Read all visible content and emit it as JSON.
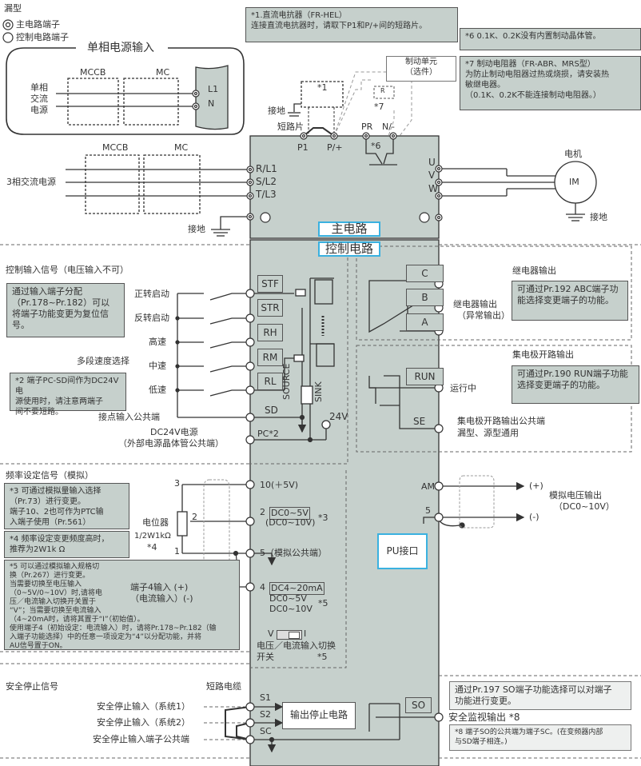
{
  "legend": {
    "title": "漏型",
    "main_terminal": "主电路端子",
    "control_terminal": "控制电路端子"
  },
  "single_phase": {
    "title": "单相电源输入",
    "source_lines": [
      "单相",
      "交流",
      "电源"
    ],
    "mccb": "MCCB",
    "mc": "MC",
    "terminals": [
      "L1",
      "N"
    ]
  },
  "notes": {
    "n1": "*1.直流电抗器（FR-HEL）\n    连接直流电抗器时，请取下P1和P/+间的短路片。",
    "n6": "*6  0.1K、0.2K没有内置制动晶体管。",
    "n7": "*7  制动电阻器（FR-ABR、MRS型）\n      为防止制动电阻器过热或烧损，请安装热\n      敏继电器。\n      （0.1K、0.2K不能连接制动电阻器。）",
    "n2": "*2  端子PC-SD间作为DC24V电\n   源使用时，请注意两端子\n   间不要短路。",
    "n3": "*3  可通过模拟量输入选择\n   （Pr.73）进行变更。\n   端子10、2也可作为PTC输\n   入端子使用（Pr.561）",
    "n4": "*4  频率设定变更频度高时，\n   推荐为2W1k Ω",
    "n5": "*5    可以通过模拟输入规格切\n       换（Pr.267）进行变更。\n       当需要切换至电压输入\n       （0~5V/0~10V）时,请将电\n       压／电流输入切换开关置于\n       “V”；当需要切换至电流输入\n       （4~20mA时，请将其置于“I”（初始值）。\n       使用端子4（初始设定：电流输入）时，请将Pr.178~Pr.182（输\n       入端子功能选择）中的任意一项设定为“4”以分配功能，并将\n       AU信号置于ON。",
    "n8": "*8  端子SO的公共端为端子SC。(在变频器内部\n        与SD端子相连。)",
    "input_assign": "通过输入端子分配\n（Pr.178~Pr.182）可以\n将端子功能变更为复位信\n号。",
    "relay_func": "可通过Pr.192 ABC端子功\n能选择变更端子的功能。",
    "run_func": "可通过Pr.190 RUN端子功能\n选择变更端子的功能。",
    "so_func": "通过Pr.197 SO端子功能选择可以对端子\n功能进行变更。"
  },
  "brake_unit": [
    "制动单元",
    "（选件）"
  ],
  "dc_reactor_label": "*1",
  "resistor_label": "R",
  "star7": "*7",
  "star6": "*6",
  "ground": "接地",
  "short_bar": "短路片",
  "three_phase": {
    "source": "3相交流电源",
    "mccb": "MCCB",
    "mc": "MC"
  },
  "main_terminals": {
    "p1": "P1",
    "p_plus": "P/+",
    "pr": "PR",
    "n_minus": "N/-",
    "r": "R/L1",
    "s": "S/L2",
    "t": "T/L3",
    "u": "U",
    "v": "V",
    "w": "W"
  },
  "motor": {
    "title": "电机",
    "label": "IM",
    "ground": "接地"
  },
  "main_circuit_label": "主电路",
  "control_circuit_label": "控制电路",
  "control_input": {
    "title": "控制输入信号（电压输入不可）",
    "fwd": "正转启动",
    "rev": "反转启动",
    "high": "高速",
    "mid": "中速",
    "low": "低速",
    "multi_speed": "多段速度选择",
    "contact_common": "接点输入公共端",
    "dc24_1": "DC24V电源",
    "dc24_2": "（外部电源晶体管公共端）",
    "terminals": [
      "STF",
      "STR",
      "RH",
      "RM",
      "RL"
    ],
    "sd": "SD",
    "pc": "PC*2",
    "source": "SOURCE",
    "sink": "SINK",
    "v24": "24V"
  },
  "relay_output": {
    "title": "继电器输出",
    "label1": "继电器输出",
    "label2": "（异常输出）",
    "terminals": [
      "C",
      "B",
      "A"
    ]
  },
  "oc_output": {
    "title": "集电极开路输出",
    "run_terminal": "RUN",
    "running": "运行中",
    "se": "SE",
    "common1": "集电极开路输出公共端",
    "common2": "漏型、源型通用"
  },
  "freq": {
    "title": "频率设定信号（模拟）",
    "pot": "电位器",
    "pot_spec": "1/2W1kΩ",
    "star4": "*4",
    "pin3": "3",
    "pin2": "2",
    "pin1": "1",
    "t10": "10(＋5V)",
    "t2_num": "2",
    "t2_a": "DC0~5V",
    "t2_b": "(DC0~10V)",
    "star3": "*3",
    "t5": "5（模拟公共端）",
    "t4_num": "4",
    "t4_a": "DC4~20mA",
    "t4_b": "DC0~5V",
    "t4_c": "DC0~10V",
    "star5": "*5",
    "term4_1": "端子4输入  (+)",
    "term4_2": "（电流输入）(-)",
    "switch_v": "V",
    "switch_i": "I",
    "switch_label1": "电压／电流输入切换",
    "switch_label2": "开关",
    "switch_star": "*5"
  },
  "am_output": {
    "am": "AM",
    "five": "5",
    "plus": "(+)",
    "minus": "(-)",
    "title": "模拟电压输出",
    "range": "（DC0~10V）"
  },
  "pu_port": "PU接口",
  "safety": {
    "title": "安全停止信号",
    "short_cable": "短路电缆",
    "s1_label": "安全停止输入（系统1）",
    "s2_label": "安全停止输入（系统2）",
    "sc_label": "安全停止输入端子公共端",
    "s1": "S1",
    "s2": "S2",
    "sc": "SC",
    "stop_circuit": "输出停止电路",
    "so": "SO",
    "monitor": "安全监视输出 *8"
  },
  "colors": {
    "inverter_body": "#c6d0cc",
    "label_border": "#3ab1e0",
    "line": "#333333"
  }
}
